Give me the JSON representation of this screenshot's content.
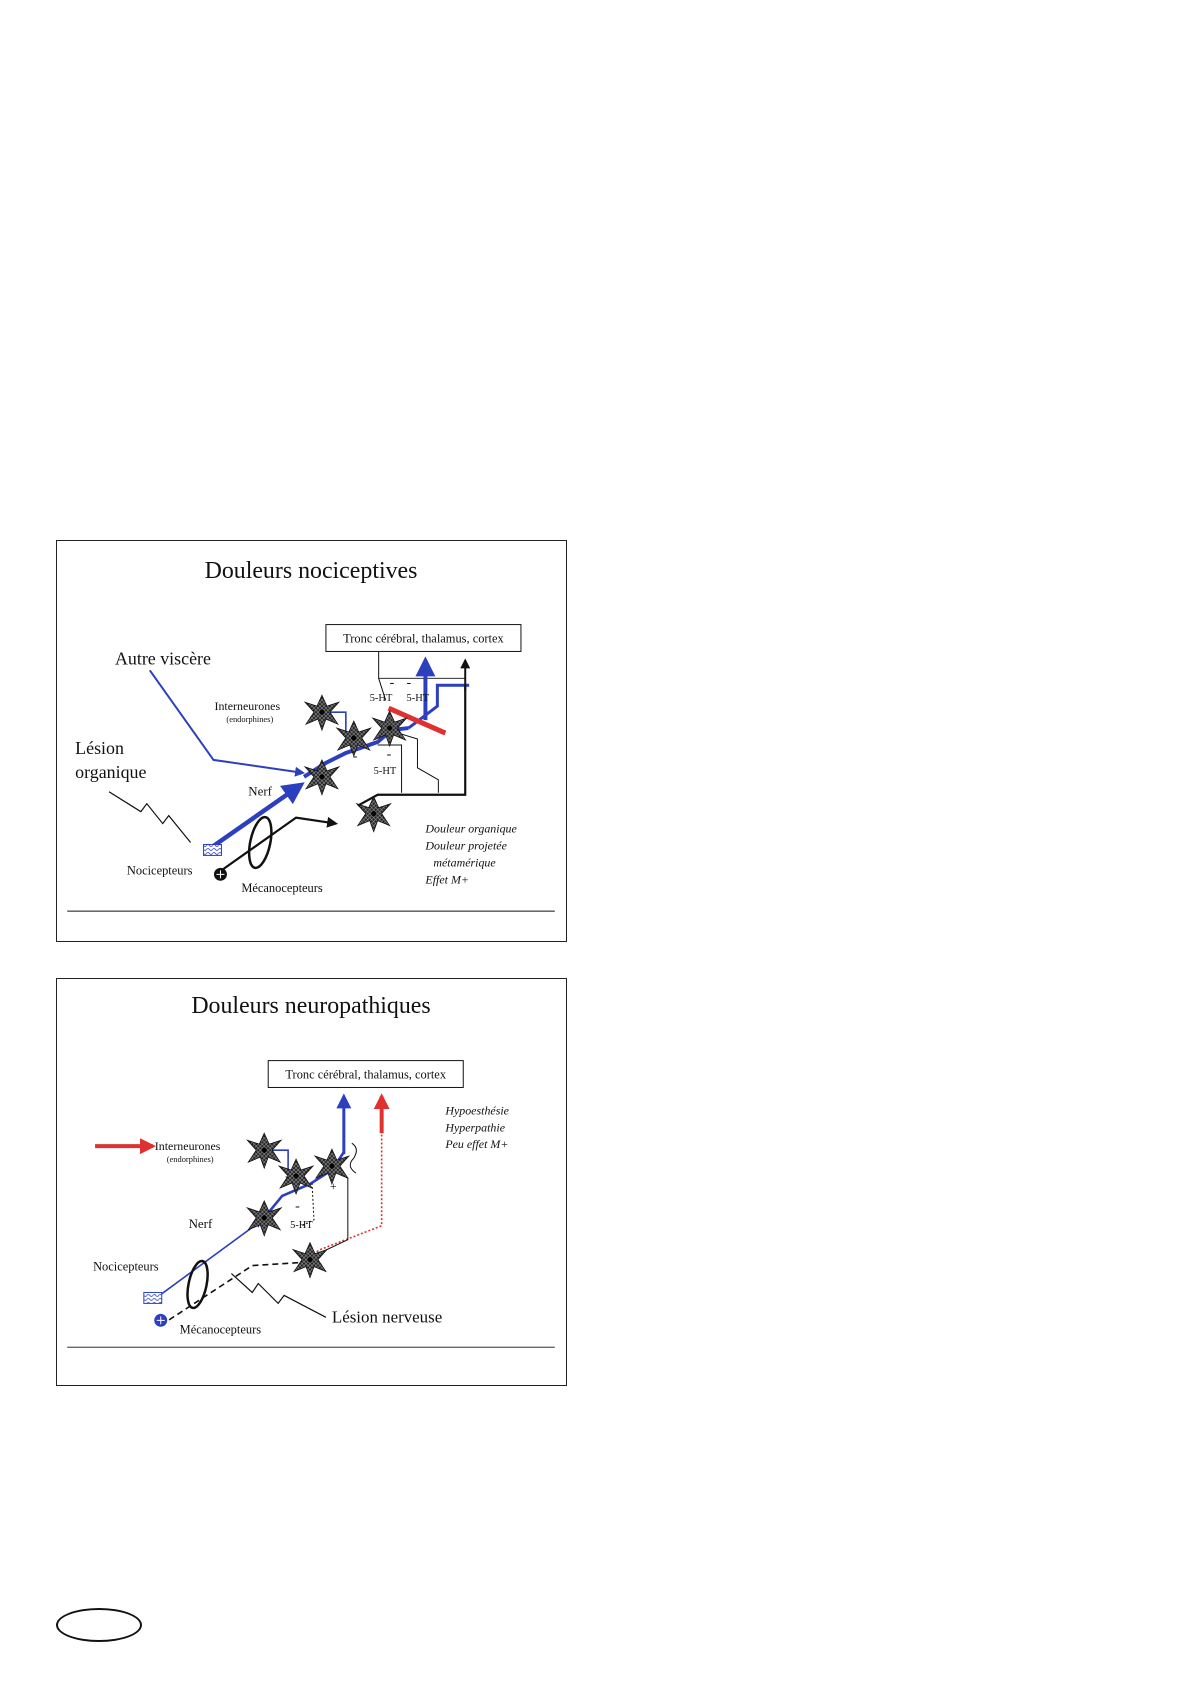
{
  "panel_nociceptive": {
    "title": "Douleurs nociceptives",
    "target_box": "Tronc cérébral, thalamus, cortex",
    "autre_viscere": "Autre viscère",
    "lesion_line1": "Lésion",
    "lesion_line2": "organique",
    "interneurones": "Interneurones",
    "endorphines": "(endorphines)",
    "nerf": "Nerf",
    "nocicepteurs": "Nocicepteurs",
    "mecanocepteurs": "Mécanocepteurs",
    "ht_a": "5-HT",
    "ht_b": "5-HT",
    "ht_c": "5-HT",
    "minus": "-",
    "notes": [
      "Douleur organique",
      "Douleur projetée",
      "métamérique",
      "Effet M+"
    ]
  },
  "panel_neuropathic": {
    "title": "Douleurs neuropathiques",
    "target_box": "Tronc cérébral, thalamus, cortex",
    "interneurones": "Interneurones",
    "endorphines": "(endorphines)",
    "nerf": "Nerf",
    "nocicepteurs": "Nocicepteurs",
    "mecanocepteurs": "Mécanocepteurs",
    "lesion_nerveuse": "Lésion nerveuse",
    "ht": "5-HT",
    "minus": "-",
    "plus": "+",
    "notes": [
      "Hypoesthésie",
      "Hyperpathie",
      "Peu effet M+"
    ]
  },
  "colors": {
    "blue": "#2b3fbf",
    "red": "#e03030",
    "black": "#111111"
  }
}
